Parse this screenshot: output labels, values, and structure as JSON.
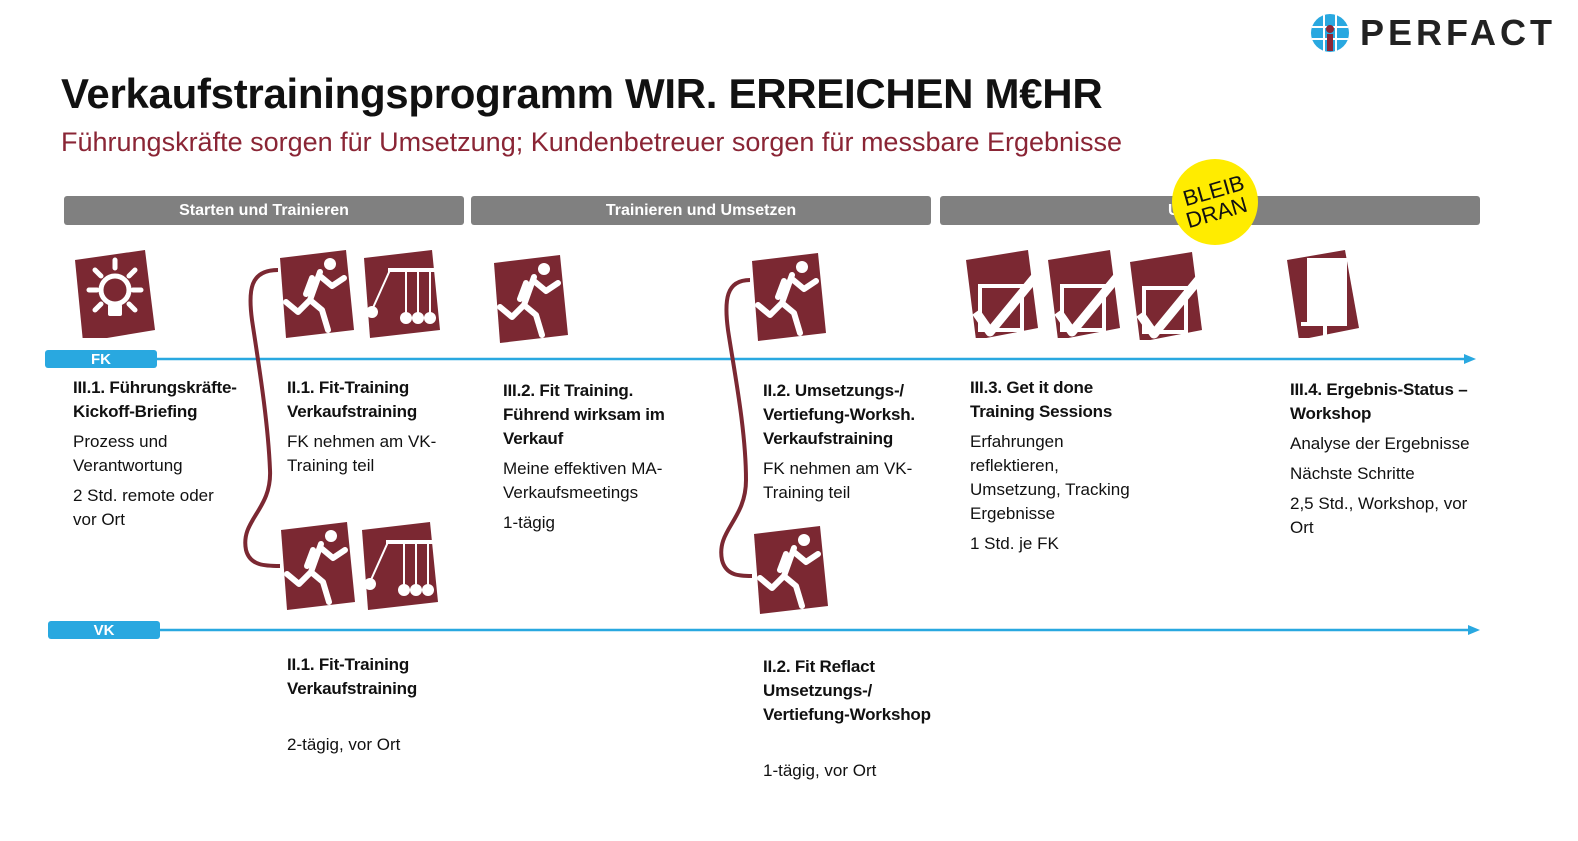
{
  "logo": {
    "text": "PERFACT"
  },
  "header": {
    "title": "Verkaufstrainingsprogramm WIR. ERREICHEN M€HR",
    "subtitle": "Führungskräfte sorgen für Umsetzung; Kundenbetreuer sorgen für messbare Ergebnisse"
  },
  "phases": [
    {
      "label": "Starten und Trainieren"
    },
    {
      "label": "Trainieren und Umsetzen"
    },
    {
      "label": "U"
    }
  ],
  "badge": {
    "line1": "BLEIB",
    "line2": "DRAN"
  },
  "lanes": {
    "fk": "FK",
    "vk": "VK"
  },
  "colors": {
    "maroon": "#7b2832",
    "blue": "#29a8e0",
    "gray": "#808080",
    "yellow": "#ffec00"
  },
  "fk_steps": [
    {
      "title": "III.1. Führungskräfte-\nKickoff-Briefing",
      "body": [
        "Prozess und\nVerantwortung",
        "2 Std. remote oder\nvor Ort"
      ]
    },
    {
      "title": "II.1. Fit-Training\nVerkaufstraining",
      "body": [
        "FK nehmen am VK-\nTraining teil"
      ]
    },
    {
      "title": "III.2. Fit Training.\nFührend wirksam im\nVerkauf",
      "body": [
        "Meine effektiven MA-\nVerkaufsmeetings",
        "1-tägig"
      ]
    },
    {
      "title": "II.2. Umsetzungs-/\nVertiefung-Worksh.\nVerkaufstraining",
      "body": [
        "FK nehmen am VK-\nTraining teil"
      ]
    },
    {
      "title": "III.3. Get it done\nTraining Sessions",
      "body": [
        "Erfahrungen\nreflektieren,\nUmsetzung, Tracking\nErgebnisse",
        "1 Std. je FK"
      ]
    },
    {
      "title": "III.4. Ergebnis-Status –\nWorkshop",
      "body": [
        "Analyse der Ergebnisse",
        "Nächste Schritte",
        "2,5 Std., Workshop, vor\nOrt"
      ]
    }
  ],
  "vk_steps": [
    {
      "title": "II.1. Fit-Training\nVerkaufstraining",
      "body": [
        "2-tägig, vor Ort"
      ]
    },
    {
      "title": "II.2. Fit Reflact\nUmsetzungs-/\nVertiefung-Workshop",
      "body": [
        "1-tägig, vor Ort"
      ]
    }
  ]
}
